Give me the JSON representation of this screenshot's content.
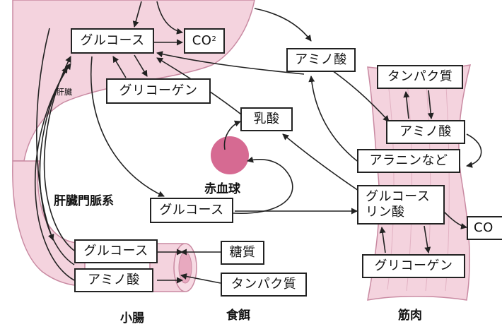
{
  "colors": {
    "organ_fill": "#f4d3de",
    "organ_line": "#c98aa2",
    "rbc_fill": "#d66a92",
    "box_border": "#222222",
    "arrow": "#222222"
  },
  "organs": {
    "liver": "肝臓",
    "portal_vein": "肝臓門脈系",
    "red_blood_cell": "赤血球",
    "small_intestine": "小腸",
    "food": "食餌",
    "muscle": "筋肉"
  },
  "liver": {
    "glucose": "グルコース",
    "co2_main": "CO",
    "co2_sup": "2",
    "glycogen": "グリコーゲン"
  },
  "blood": {
    "amino_acid": "アミノ酸",
    "lactate": "乳酸",
    "glucose": "グルコース"
  },
  "muscle": {
    "protein": "タンパク質",
    "amino_acid": "アミノ酸",
    "alanine": "アラニンなど",
    "glucose_phosphate_line1": "グルコース",
    "glucose_phosphate_line2": "リン酸",
    "co2": "CO",
    "glycogen": "グリコーゲン"
  },
  "intestine": {
    "glucose": "グルコース",
    "amino_acid": "アミノ酸"
  },
  "food": {
    "sugar": "糖質",
    "protein": "タンパク質"
  }
}
